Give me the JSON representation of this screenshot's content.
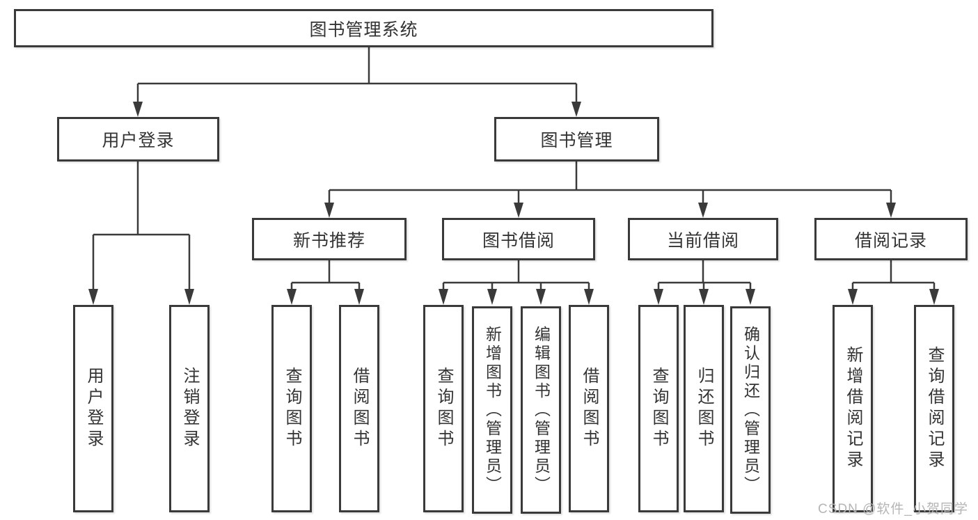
{
  "colors": {
    "line": "#3a3a3a",
    "text": "#333333",
    "watermark": "#b5b5b5"
  },
  "watermark": {
    "text": "CSDN @软件_小贺同学"
  },
  "diagram": {
    "root": "图书管理系统",
    "branches": [
      {
        "label": "用户登录",
        "children": [
          "用户登录",
          "注销登录"
        ]
      },
      {
        "label": "图书管理",
        "groups": [
          {
            "label": "新书推荐",
            "children": [
              "查询图书",
              "借阅图书"
            ]
          },
          {
            "label": "图书借阅",
            "children": [
              "查询图书",
              "新增图书（管理员）",
              "编辑图书（管理员）",
              "借阅图书"
            ]
          },
          {
            "label": "当前借阅",
            "children": [
              "查询图书",
              "归还图书",
              "确认归还（管理员）"
            ]
          },
          {
            "label": "借阅记录",
            "children": [
              "新增借阅记录",
              "查询借阅记录"
            ]
          }
        ]
      }
    ]
  }
}
